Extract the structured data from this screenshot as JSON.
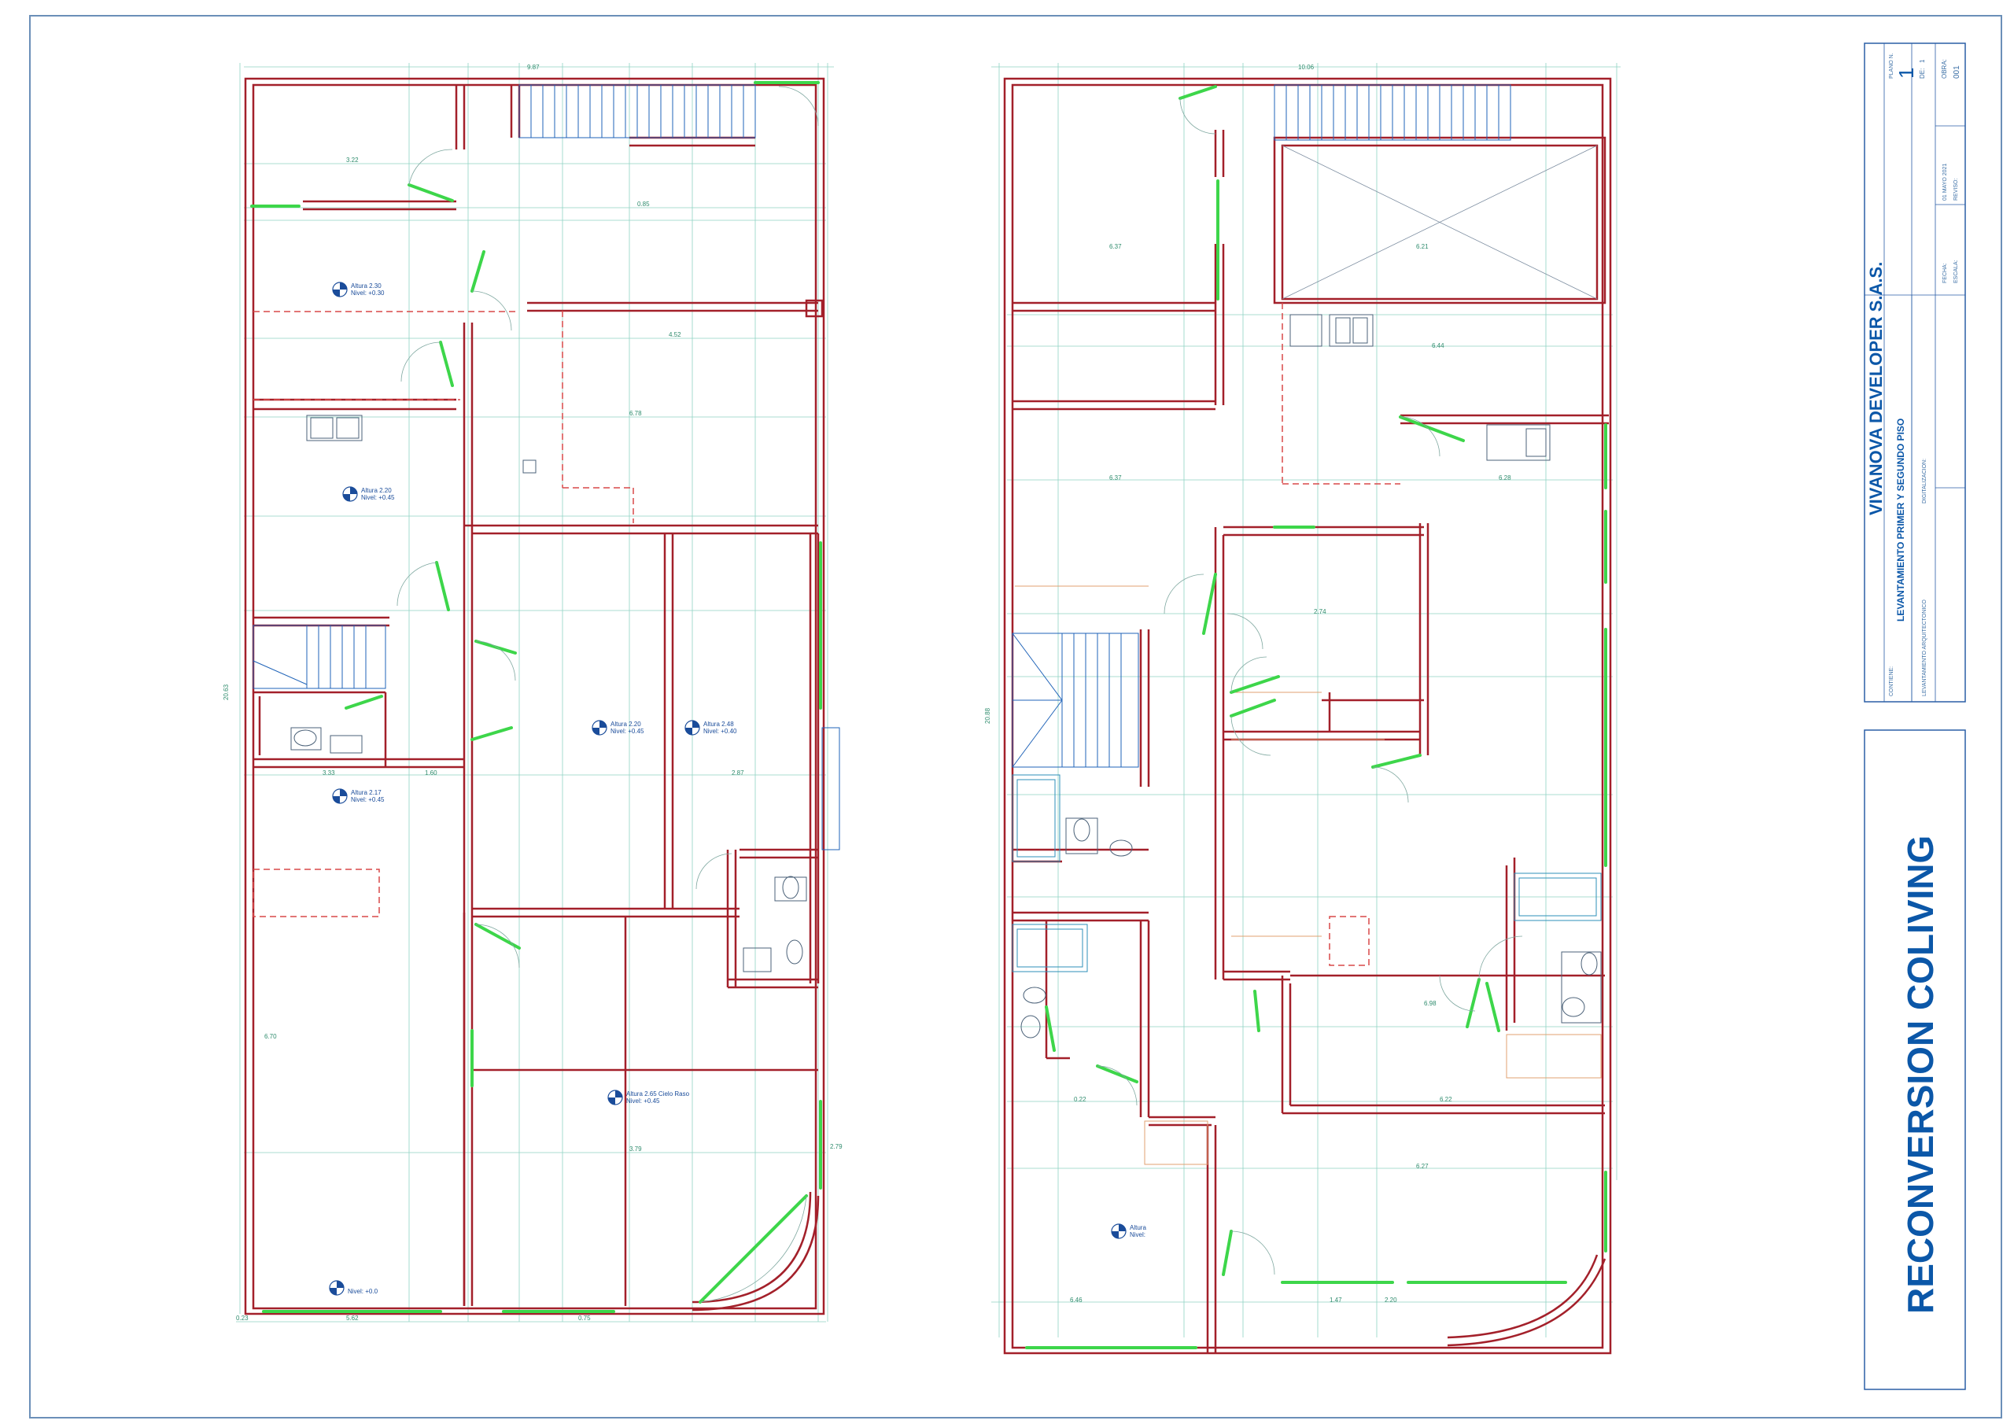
{
  "title_block": {
    "company": "VIVANOVA DEVELOPER S.A.S.",
    "content_title": "LEVANTAMIENTO PRIMER Y SEGUNDO PISO",
    "content_label": "CONTIENE:",
    "content_sub": "LEVANTAMIENTO ARQUITECTONICO",
    "digitalizacion_label": "DIGITALIZACION:",
    "plano_label": "PLANO N.",
    "plano_number": "1",
    "de_label": "DE:",
    "de_value": "1",
    "obra_label": "OBRA:",
    "obra_value": "001",
    "fecha_label": "FECHA:",
    "fecha_value": "01 MAYO 2021",
    "escala_label": "ESCALA:",
    "revisado_label": "REVISO:",
    "project_name": "RECONVERSION COLIVING"
  },
  "plan_left": {
    "top_dim": "9.87",
    "side_dim": "20.63",
    "levels": [
      {
        "text": "Altura 2.30",
        "sub": "Nivel: +0.30"
      },
      {
        "text": "Altura 2.20",
        "sub": "Nivel: +0.45"
      },
      {
        "text": "Altura 2.17",
        "sub": "Nivel: +0.45"
      },
      {
        "text": "Altura 2.20",
        "sub": "Nivel: +0.45"
      },
      {
        "text": "Altura 2.48",
        "sub": "Nivel: +0.40"
      },
      {
        "text": "Altura 2.65 Cielo Raso",
        "sub": "Nivel: +0.45"
      },
      {
        "text": "",
        "sub": "Nivel: +0.0"
      }
    ],
    "dims": [
      "3.22",
      "0.85",
      "4.52",
      "6.78",
      "2.87",
      "3.33",
      "1.60",
      "3.79",
      "0.75",
      "0.23",
      "5.62",
      "2.79",
      "6.70"
    ]
  },
  "plan_right": {
    "top_dim": "10.06",
    "side_dim": "20.88",
    "levels": [
      {
        "text": "Altura",
        "sub": "Nivel:"
      }
    ],
    "dims": [
      "6.37",
      "6.21",
      "6.44",
      "6.37",
      "6.28",
      "2.74",
      "6.98",
      "6.22",
      "0.22",
      "6.27",
      "6.46",
      "1.47",
      "2.20"
    ]
  }
}
